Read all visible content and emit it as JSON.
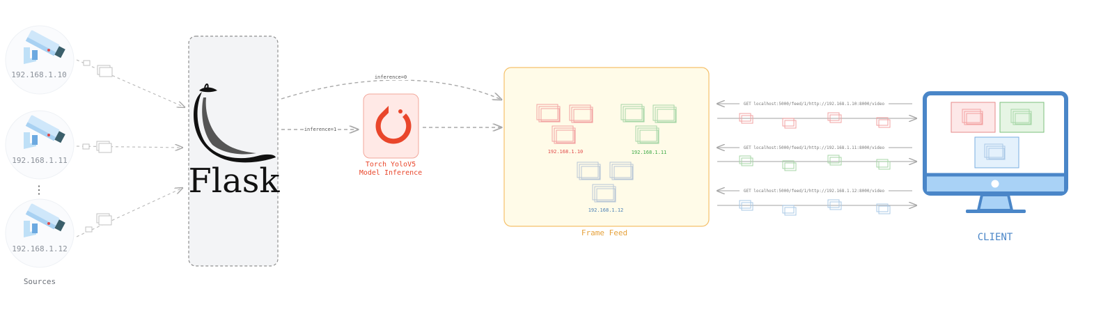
{
  "sources": {
    "cameras": [
      {
        "ip": "192.168.1.10"
      },
      {
        "ip": "192.168.1.11"
      },
      {
        "ip": "192.168.1.12"
      }
    ],
    "ellipsis": "⋮",
    "label": "Sources"
  },
  "server": {
    "name": "Flask",
    "edge_inference_0": "inference=0",
    "edge_inference_1": "inference=1"
  },
  "model": {
    "line1": "Torch YoloV5",
    "line2": "Model Inference"
  },
  "feed": {
    "label": "Frame Feed",
    "groups": [
      {
        "ip": "192.168.1.10",
        "color": "#e04848"
      },
      {
        "ip": "192.168.1.11",
        "color": "#3aa843"
      },
      {
        "ip": "192.168.1.12",
        "color": "#4a7fb5"
      }
    ]
  },
  "requests": [
    "GET localhost:5000/feed/1/http://192.168.1.10:8000/video",
    "GET localhost:5000/feed/1/http://192.168.1.11:8000/video",
    "GET localhost:5000/feed/1/http://192.168.1.12:8000/video"
  ],
  "client": {
    "label": "CLIENT"
  },
  "colors": {
    "pytorch": "#e9462b",
    "feed_border": "#f5c06a",
    "feed_fill": "#fffbe8",
    "client_blue": "#4a86c8",
    "label_orange": "#e6a23c"
  }
}
